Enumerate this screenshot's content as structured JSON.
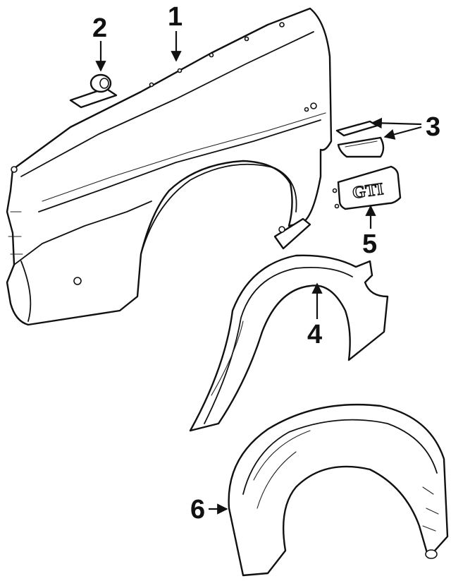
{
  "callouts": {
    "fender": "1",
    "clip": "2",
    "moulding": "3",
    "wheel_arch_flare": "4",
    "emblem": "5",
    "fender_liner": "6"
  },
  "emblem_text": "GTI"
}
